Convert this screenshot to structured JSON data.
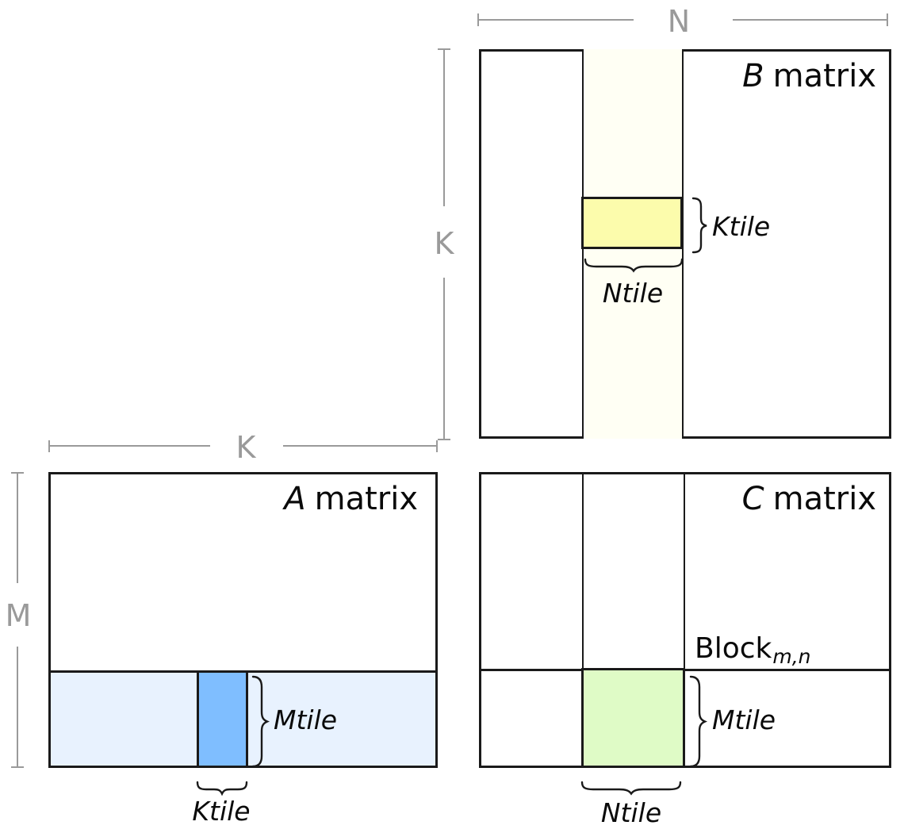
{
  "dimensions": {
    "n": "N",
    "k_vertical": "K",
    "k_horizontal": "K",
    "m": "M"
  },
  "b_matrix": {
    "title_letter": "B",
    "title_word": "matrix",
    "ktile_label": "Ktile",
    "ntile_label": "Ntile"
  },
  "a_matrix": {
    "title_letter": "A",
    "title_word": "matrix",
    "mtile_label": "Mtile",
    "ktile_label": "Ktile"
  },
  "c_matrix": {
    "title_letter": "C",
    "title_word": "matrix",
    "block_label": "Block",
    "block_subscript": "m,n",
    "mtile_label": "Mtile",
    "ntile_label": "Ntile"
  },
  "colors": {
    "border_black": "#1a1a1a",
    "measure_gray": "#9a9a9a",
    "ivory_strip": "#fffff4",
    "yellow_tile": "#fcfcac",
    "light_blue_strip": "#e8f2fe",
    "blue_tile": "#7fbeff",
    "green_tile": "#dffbc6"
  }
}
